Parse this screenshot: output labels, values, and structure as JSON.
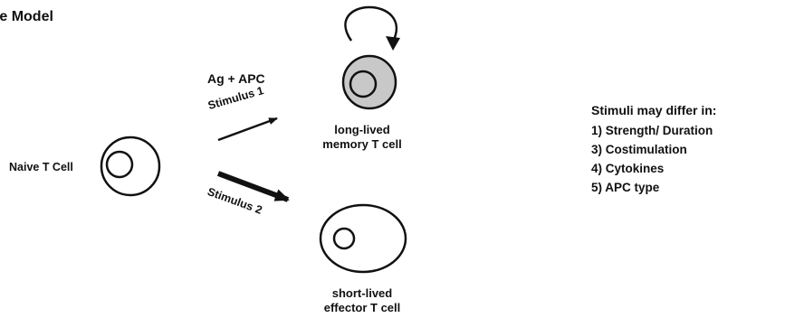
{
  "title": "ive Model",
  "naive_cell": {
    "label": "Naive T Cell"
  },
  "antigen_label": "Ag + APC",
  "stimulus_1": "Stimulus 1",
  "stimulus_2": "Stimulus 2",
  "memory_cell": {
    "line1": "long-lived",
    "line2": "memory T cell"
  },
  "effector_cell": {
    "line1": "short-lived",
    "line2": "effector T cell"
  },
  "factors": {
    "heading": "Stimuli may differ in:",
    "items": [
      "1) Strength/ Duration",
      "3) Costimulation",
      "4) Cytokines",
      "5) APC type"
    ]
  },
  "colors": {
    "memory_fill": "#c8c8c8",
    "stroke": "#111111"
  }
}
